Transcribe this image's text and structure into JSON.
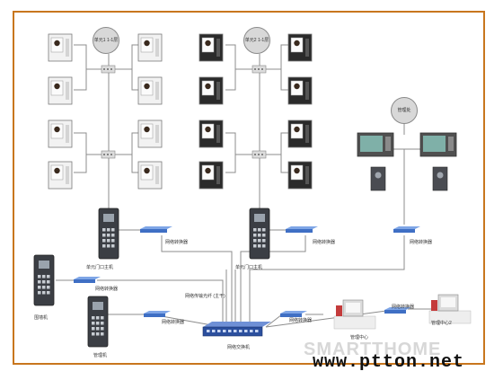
{
  "diagram": {
    "watermark_text": "SMARTTHOME",
    "site_url": "www.ptton.net",
    "unit_circle_1": "单元1 1-1层",
    "unit_circle_2": "单元2 1-1层",
    "mgmt_circle": "管理处",
    "labels": {
      "switch_1": "网络转换器",
      "switch_2": "网络转换器",
      "switch_3": "网络转换器",
      "door_station_1": "单元门口主机",
      "door_station_2": "单元门口主机",
      "wall_switch": "网络转换器",
      "wall_station": "围墙机",
      "mgmt_switch": "网络转换器",
      "mgmt_station": "管理机",
      "fiber_note": "网络传输光纤 (主干)",
      "main_switch": "网络交换机",
      "switch_lower": "网络转换器",
      "pc_switch": "网络转换器",
      "pc_1": "管理中心",
      "pc_2": "管理中心2"
    },
    "colors": {
      "frame": "#c8761e",
      "wire": "#8c8c8c",
      "switch_blue": "#3f6fc4",
      "main_switch": "#2b4f9e"
    }
  }
}
